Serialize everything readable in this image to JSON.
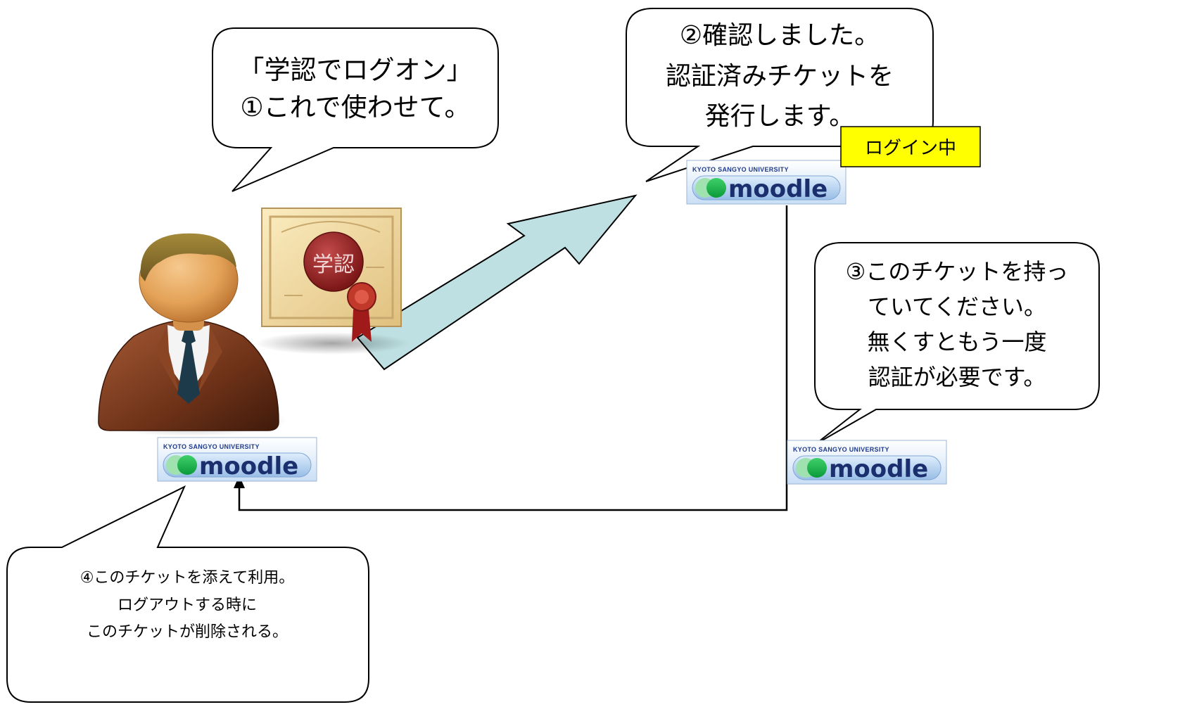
{
  "bubble1": {
    "line1": "「学認でログオン」",
    "line2": "①これで使わせて。",
    "accent_color": "#ff0000"
  },
  "bubble2": {
    "line1": "②確認しました。",
    "line2": "認証済みチケットを",
    "line3": "発行します。"
  },
  "login_badge": {
    "label": "ログイン中",
    "bg_color": "#ffff00"
  },
  "bubble3": {
    "line1": "③このチケットを持っ",
    "line2": "ていてください。",
    "line3": "無くすともう一度",
    "line4": "認証が必要です。"
  },
  "bubble4": {
    "line1": "④このチケットを添えて利用。",
    "line2": "ログアウトする時に",
    "line3": "このチケットが削除される。"
  },
  "certificate": {
    "seal_text": "学認"
  },
  "logo": {
    "university": "KYOTO SANGYO UNIVERSITY",
    "word": "moodle"
  },
  "colors": {
    "arrow_fill": "#bfe0e2",
    "bubble_border": "#000000"
  }
}
